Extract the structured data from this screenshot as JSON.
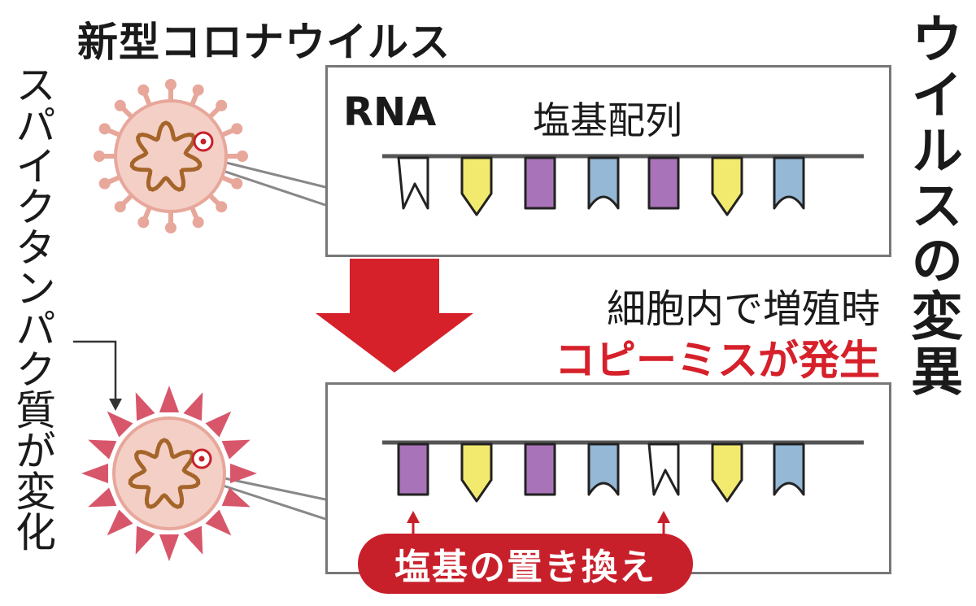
{
  "title": "新型コロナウイルス",
  "side_title": "ウイルスの変異",
  "left_label": "スパイクタンパク質が変化",
  "rna_label": "RNA",
  "sequence_label": "塩基配列",
  "caption_line1": "細胞内で増殖時",
  "caption_line2": "コピーミスが発生",
  "badge_text": "塩基の置き換え",
  "colors": {
    "accent_red": "#d6202a",
    "purple": "#a873b8",
    "yellow": "#f2ea6e",
    "blue": "#94b8d6",
    "virus_fill": "#f4cfc6",
    "virus_outline": "#e7a79b",
    "rna_strand": "#a5652a"
  },
  "sequence_before": [
    "white-w",
    "yellow-point",
    "purple-flat",
    "blue-cup",
    "purple-flat",
    "yellow-point",
    "blue-cup"
  ],
  "sequence_after": [
    "purple-flat",
    "yellow-point",
    "purple-flat",
    "blue-cup",
    "white-w",
    "yellow-point",
    "blue-cup"
  ],
  "icons": [
    "virus-icon",
    "mutated-virus-icon",
    "down-arrow-icon"
  ]
}
